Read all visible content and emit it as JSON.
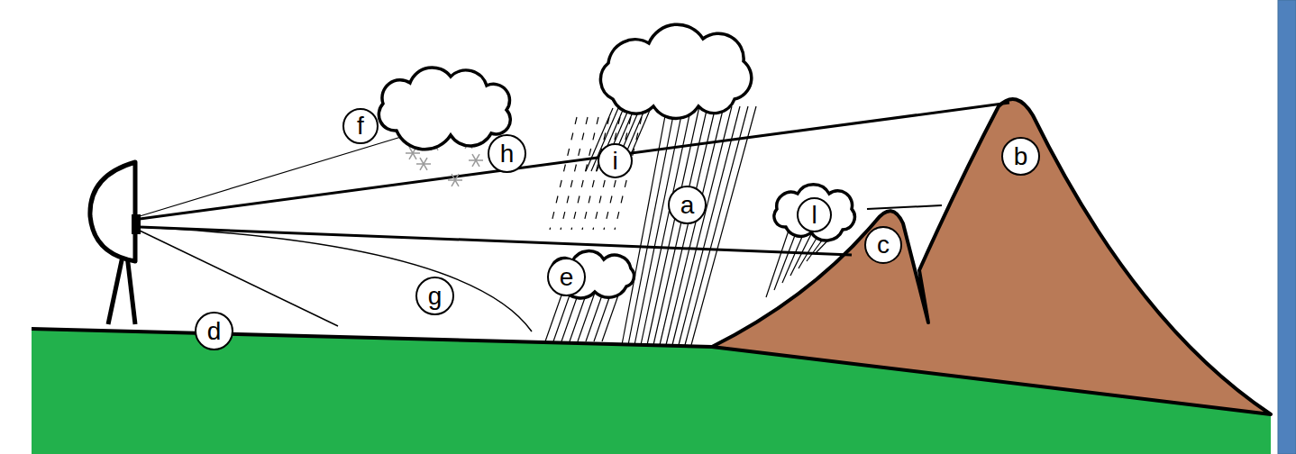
{
  "diagram": {
    "nodes": [
      {
        "text": [
          "f"
        ]
      },
      {
        "text": [
          "h"
        ]
      },
      {
        "text": [
          "i"
        ]
      },
      {
        "text": [
          "b"
        ]
      },
      {
        "text": [
          "a"
        ]
      },
      {
        "text": [
          "l"
        ]
      },
      {
        "text": [
          "c"
        ]
      },
      {
        "text": [
          "e"
        ]
      },
      {
        "text": [
          "g"
        ]
      },
      {
        "text": [
          "d"
        ]
      }
    ]
  }
}
